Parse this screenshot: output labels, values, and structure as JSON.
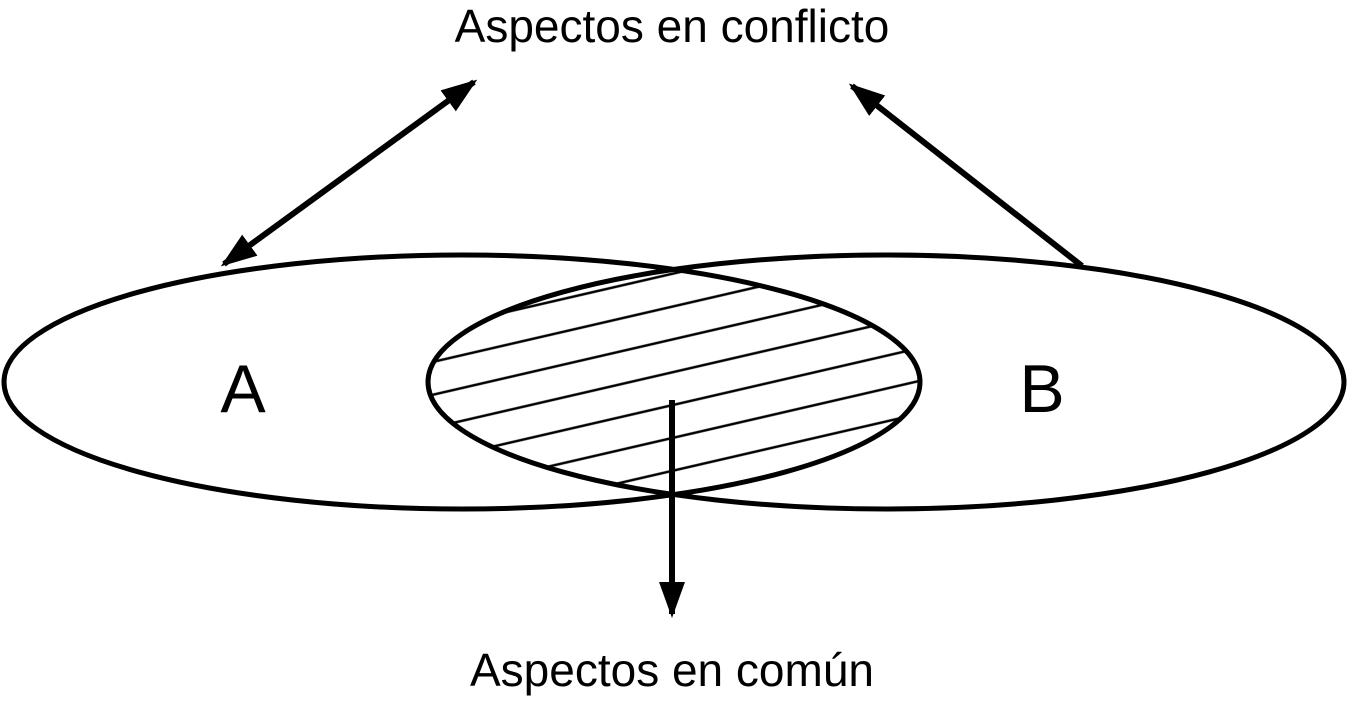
{
  "diagram": {
    "title_top": "Aspectos en conflicto",
    "label_bottom": "Aspectos en común",
    "set_a_label": "A",
    "set_b_label": "B"
  },
  "colors": {
    "stroke": "#000000",
    "background": "#ffffff"
  }
}
